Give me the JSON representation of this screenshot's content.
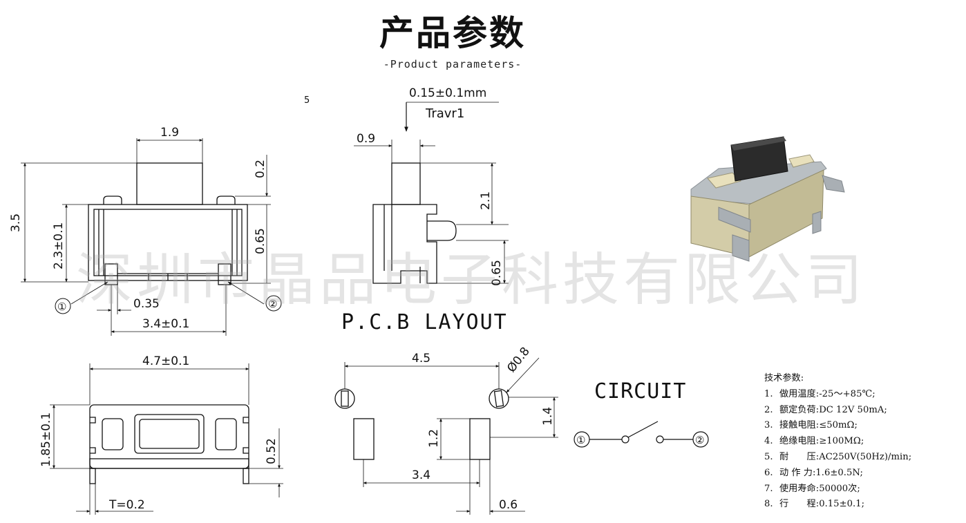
{
  "header": {
    "title": "产品参数",
    "subtitle": "-Product parameters-"
  },
  "page_marker": "5",
  "front_view": {
    "dim_top_width": "1.9",
    "dim_total_height": "3.5",
    "dim_body_height": "2.3±0.1",
    "dim_top_gap": "0.2",
    "dim_side_gap": "0.65",
    "dim_small": "0.35",
    "dim_pitch": "3.4±0.1",
    "pin1_label": "①",
    "pin2_label": "②"
  },
  "side_view": {
    "travel_text": "0.15±0.1mm",
    "travel_label": "Travr1",
    "dim_width": "0.9",
    "dim_height": "2.1",
    "dim_bottom": "0.65"
  },
  "bottom_view": {
    "dim_width": "4.7±0.1",
    "dim_height": "1.85±0.1",
    "dim_pin": "0.52",
    "dim_thickness": "T=0.2"
  },
  "pcb_layout": {
    "heading": "P.C.B LAYOUT",
    "dim_hole_pitch": "4.5",
    "dim_hole_dia": "Ø0.8",
    "dim_hole_offset": "1.4",
    "dim_pad_height": "1.2",
    "dim_pad_pitch": "3.4",
    "dim_pad_width": "0.6"
  },
  "circuit": {
    "heading": "CIRCUIT",
    "node1": "①",
    "node2": "②"
  },
  "watermark": "深圳市晶品电子科技有限公司",
  "specs": {
    "heading": "技术参数:",
    "items": [
      {
        "num": "1.",
        "label": "做用温度:",
        "value": "-25～+85℃;"
      },
      {
        "num": "2.",
        "label": "额定负荷:",
        "value": "DC 12V 50mA;"
      },
      {
        "num": "3.",
        "label": "接触电阻:",
        "value": "≤50mΩ;"
      },
      {
        "num": "4.",
        "label": "绝缘电阻:",
        "value": "≥100MΩ;"
      },
      {
        "num": "5.",
        "label": "耐　　压:",
        "value": "AC250V(50Hz)/min;"
      },
      {
        "num": "6.",
        "label": "动 作 力:",
        "value": "1.6±0.5N;"
      },
      {
        "num": "7.",
        "label": "使用寿命:",
        "value": "50000次;"
      },
      {
        "num": "8.",
        "label": "行　　程:",
        "value": "0.15±0.1;"
      }
    ]
  },
  "colors": {
    "line": "#111111",
    "switch_body": "#cdc6a2",
    "switch_button": "#2a2a2a",
    "switch_base": "#9aa0a6",
    "watermark": "#aaaaaa"
  }
}
